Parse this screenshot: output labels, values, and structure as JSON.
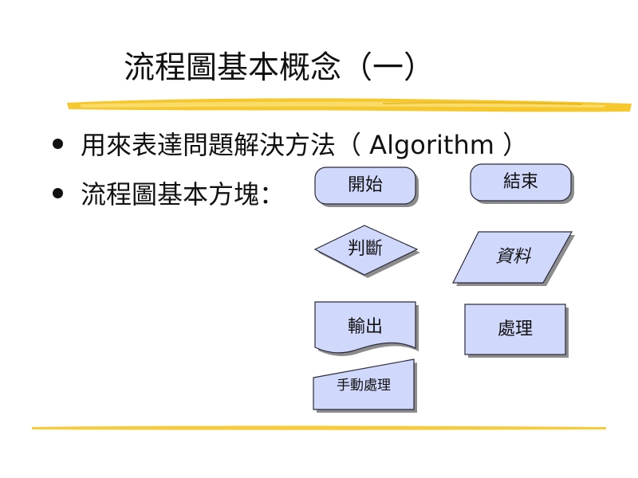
{
  "title": "流程圖基本概念（一）",
  "bullets": [
    "用來表達問題解決方法（ Algorithm ）",
    "流程圖基本方塊："
  ],
  "shapes": {
    "start": "開始",
    "end": "結束",
    "decision": "判斷",
    "data": "資料",
    "output": "輸出",
    "process": "處理",
    "manual": "手動處理"
  },
  "colors": {
    "shape_fill": "#d0d8fb",
    "shape_stroke": "#2a2a3a",
    "shadow": "#8c8c8c",
    "brush": "#f5c21a",
    "brush_light": "#fbe17a"
  }
}
